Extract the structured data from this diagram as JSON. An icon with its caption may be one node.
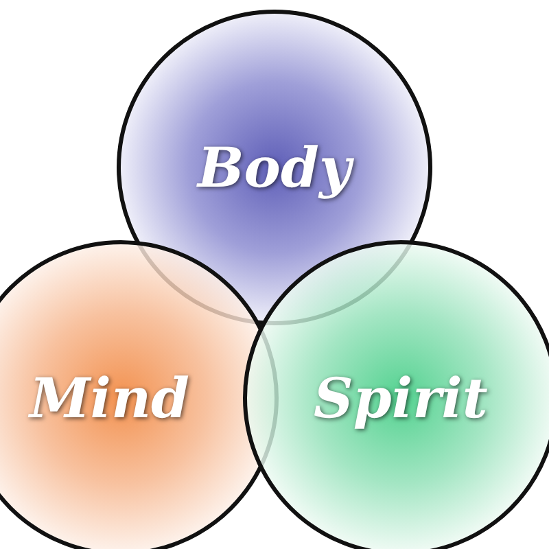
{
  "diagram": {
    "nodes": [
      {
        "text": [
          "Body"
        ]
      },
      {
        "text": [
          "Mind"
        ]
      },
      {
        "text": [
          "Spirit"
        ]
      }
    ]
  }
}
